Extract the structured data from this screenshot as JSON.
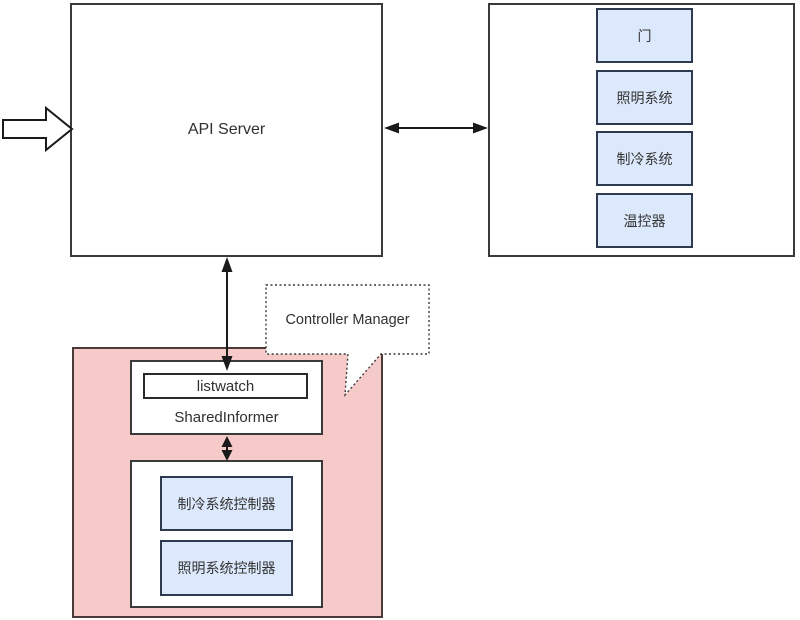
{
  "colors": {
    "blue_fill": "#dce8fb",
    "blue_border": "#2e3a50",
    "pink_fill": "#f7caca",
    "pink_border": "#4a3a38",
    "line": "#1a1a1a",
    "text": "#303030"
  },
  "api_server": {
    "label": "API Server"
  },
  "devices": {
    "items": [
      "门",
      "照明系统",
      "制冷系统",
      "温控器"
    ]
  },
  "controller_manager": {
    "callout_label": "Controller Manager",
    "shared_informer": {
      "label": "SharedInformer",
      "listwatch": "listwatch"
    },
    "controllers": [
      "制冷系统控制器",
      "照明系统控制器"
    ]
  }
}
